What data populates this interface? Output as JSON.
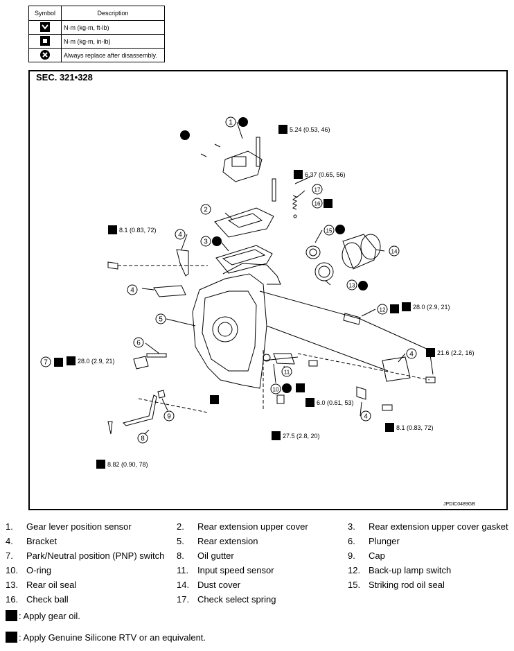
{
  "symbol_table": {
    "header_symbol": "Symbol",
    "header_description": "Description",
    "rows": [
      {
        "icon": "torque-wrench-ftlb-icon",
        "description": "N·m (kg-m, ft-lb)"
      },
      {
        "icon": "torque-wrench-inlb-icon",
        "description": "N·m (kg-m, in-lb)"
      },
      {
        "icon": "always-replace-icon",
        "description": "Always replace after disassembly."
      }
    ]
  },
  "diagram": {
    "section": "SEC. 321•328",
    "code": "JPDIC0489GB",
    "callouts": [
      {
        "num": "1"
      },
      {
        "num": "2"
      },
      {
        "num": "3"
      },
      {
        "num": "4"
      },
      {
        "num": "5"
      },
      {
        "num": "6"
      },
      {
        "num": "7"
      },
      {
        "num": "8"
      },
      {
        "num": "9"
      },
      {
        "num": "10"
      },
      {
        "num": "11"
      },
      {
        "num": "12"
      },
      {
        "num": "13"
      },
      {
        "num": "14"
      },
      {
        "num": "15"
      },
      {
        "num": "16"
      },
      {
        "num": "17"
      }
    ],
    "torques": {
      "t1": "5.24 (0.53, 46)",
      "t2": "6.37 (0.65, 56)",
      "t3": "8.1 (0.83, 72)",
      "t4": "28.0 (2.9, 21)",
      "t5": "21.6 (2.2, 16)",
      "t6": "28.0 (2.9, 21)",
      "t7": "6.0 (0.61, 53)",
      "t8": "8.1 (0.83, 72)",
      "t9": "27.5 (2.8, 20)",
      "t10": "8.82 (0.90, 78)"
    }
  },
  "legend": [
    {
      "num": "1.",
      "label": "Gear lever position sensor"
    },
    {
      "num": "2.",
      "label": "Rear extension upper cover"
    },
    {
      "num": "3.",
      "label": "Rear extension upper cover gasket"
    },
    {
      "num": "4.",
      "label": "Bracket"
    },
    {
      "num": "5.",
      "label": "Rear extension"
    },
    {
      "num": "6.",
      "label": "Plunger"
    },
    {
      "num": "7.",
      "label": "Park/Neutral position (PNP) switch"
    },
    {
      "num": "8.",
      "label": "Oil gutter"
    },
    {
      "num": "9.",
      "label": "Cap"
    },
    {
      "num": "10.",
      "label": "O-ring"
    },
    {
      "num": "11.",
      "label": "Input speed sensor"
    },
    {
      "num": "12.",
      "label": "Back-up lamp switch"
    },
    {
      "num": "13.",
      "label": "Rear oil seal"
    },
    {
      "num": "14.",
      "label": "Dust cover"
    },
    {
      "num": "15.",
      "label": "Striking rod oil seal"
    },
    {
      "num": "16.",
      "label": "Check ball"
    },
    {
      "num": "17.",
      "label": "Check select spring"
    }
  ],
  "notes": [
    {
      "icon": "gear-oil-icon",
      "text": ": Apply gear oil."
    },
    {
      "icon": "silicone-rtv-icon",
      "text": ": Apply Genuine Silicone RTV or an equivalent."
    }
  ]
}
